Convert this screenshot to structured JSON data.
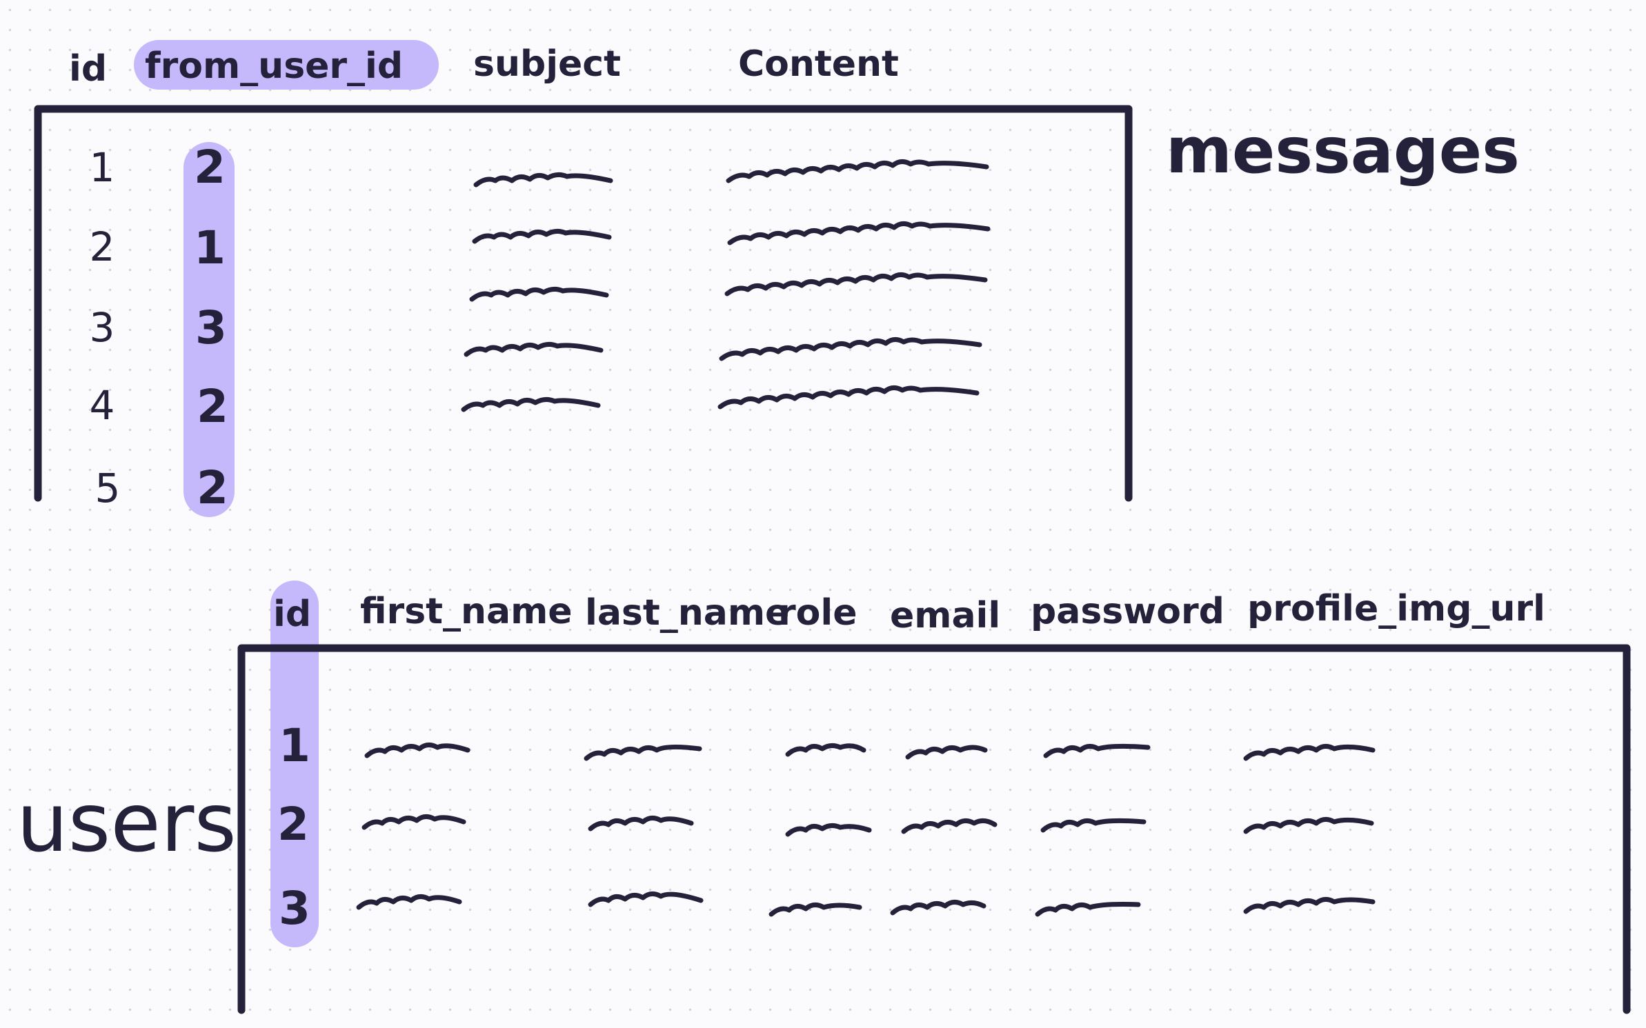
{
  "colors": {
    "ink": "#24213a",
    "highlight": "#c5b8fb",
    "background": "#fbfafc"
  },
  "messages": {
    "name": "messages",
    "columns": [
      "id",
      "from_user_id",
      "subject",
      "Content"
    ],
    "rows": [
      {
        "id": "1",
        "from_user_id": "2"
      },
      {
        "id": "2",
        "from_user_id": "1"
      },
      {
        "id": "3",
        "from_user_id": "3"
      },
      {
        "id": "4",
        "from_user_id": "2"
      },
      {
        "id": "5",
        "from_user_id": "2"
      }
    ],
    "highlighted_column": "from_user_id"
  },
  "users": {
    "name": "users",
    "columns": [
      "id",
      "first_name",
      "last_name",
      "role",
      "email",
      "password",
      "profile_img_url"
    ],
    "rows": [
      {
        "id": "1"
      },
      {
        "id": "2"
      },
      {
        "id": "3"
      }
    ],
    "highlighted_column": "id"
  }
}
